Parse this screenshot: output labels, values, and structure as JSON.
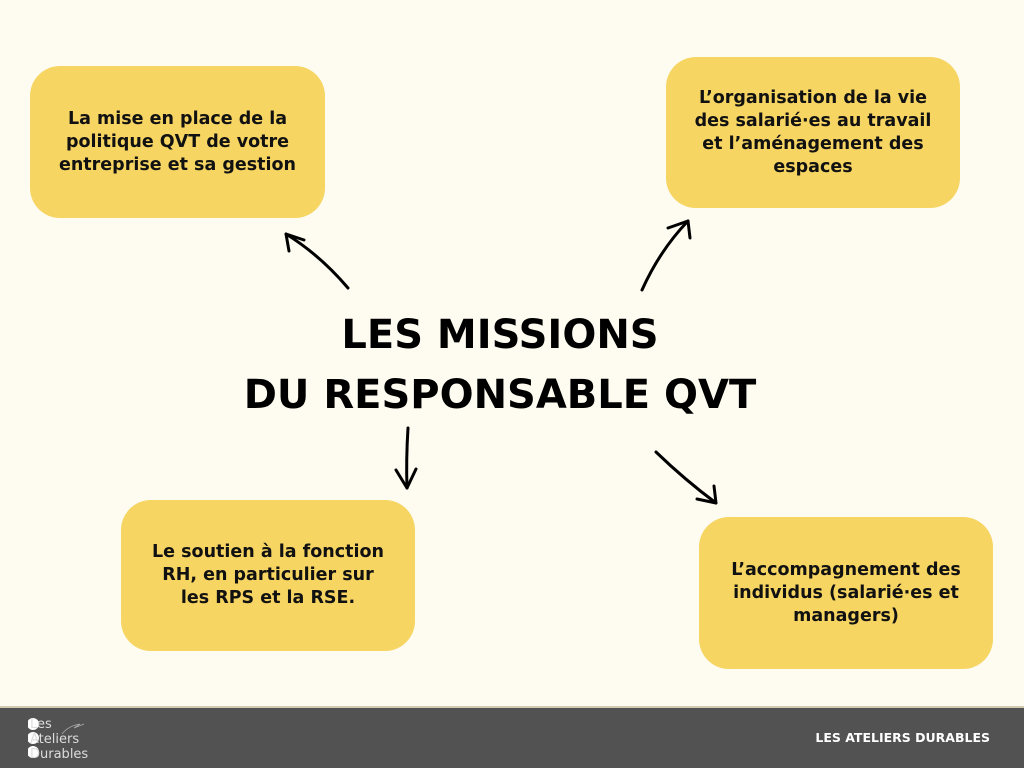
{
  "title": {
    "line1": "LES MISSIONS",
    "line2": "DU RESPONSABLE QVT"
  },
  "missions": [
    {
      "text": "La mise en place de la politique QVT de votre entreprise et sa gestion"
    },
    {
      "text": "L’organisation de la vie des salarié·es au travail et l’aménagement des espaces"
    },
    {
      "text": "Le soutien à la fonction RH, en particulier sur les RPS et la RSE."
    },
    {
      "text": "L’accompagnement des individus (salarié·es et managers)"
    }
  ],
  "footer": {
    "brand": "LES ATELIERS DURABLES",
    "logo_text": [
      "Les",
      "Ateliers",
      "Durables"
    ]
  },
  "colors": {
    "background": "#fefcf1",
    "box": "#f6d563",
    "footer": "#525252"
  }
}
